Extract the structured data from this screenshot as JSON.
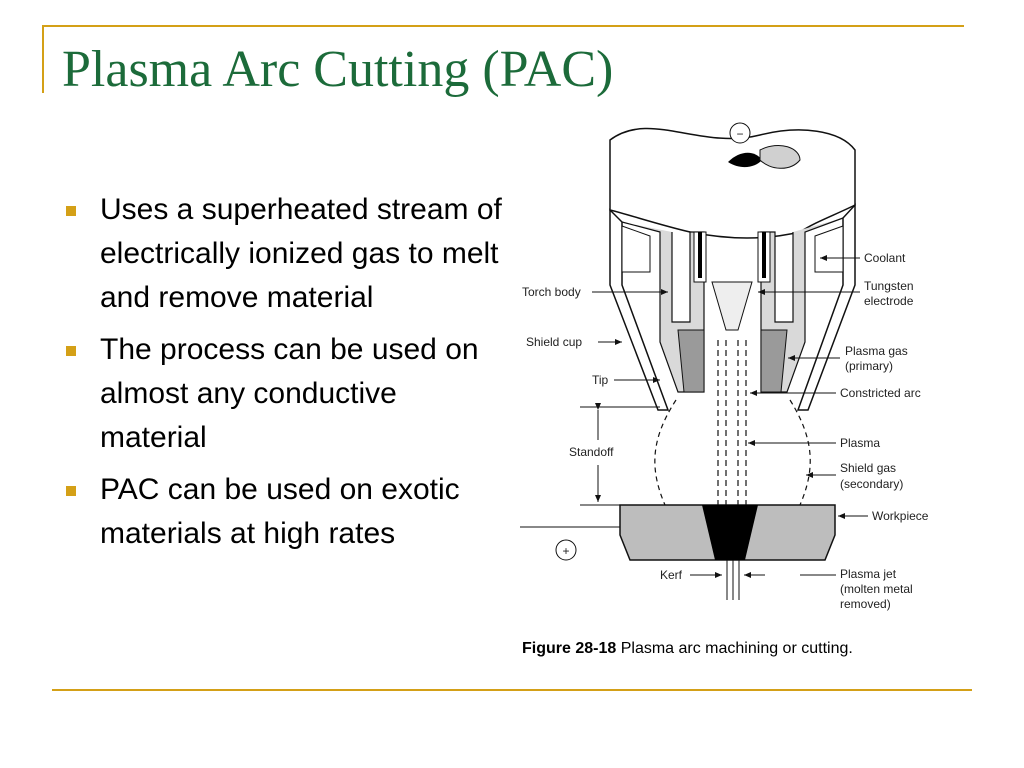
{
  "slide": {
    "title": "Plasma Arc Cutting (PAC)",
    "bullets": [
      "Uses a superheated stream of electrically ionized gas to melt and remove material",
      "The process can be used on almost any conductive material",
      "PAC can be used on exotic materials at high rates"
    ],
    "accent_color": "#d4a017",
    "title_color": "#1c6b3a"
  },
  "figure": {
    "labels": {
      "minus": "−",
      "plus": "+",
      "coolant": "Coolant",
      "tungsten_1": "Tungsten",
      "tungsten_2": "electrode",
      "torch_body": "Torch body",
      "shield_cup": "Shield cup",
      "plasma_gas_1": "Plasma gas",
      "plasma_gas_2": "(primary)",
      "tip": "Tip",
      "constricted_arc": "Constricted arc",
      "standoff": "Standoff",
      "plasma": "Plasma",
      "shield_gas_1": "Shield gas",
      "shield_gas_2": "(secondary)",
      "workpiece": "Workpiece",
      "kerf": "Kerf",
      "plasma_jet_1": "Plasma jet",
      "plasma_jet_2": "(molten metal",
      "plasma_jet_3": "removed)"
    },
    "caption_bold": "Figure 28-18",
    "caption_text": " Plasma arc machining or cutting."
  }
}
